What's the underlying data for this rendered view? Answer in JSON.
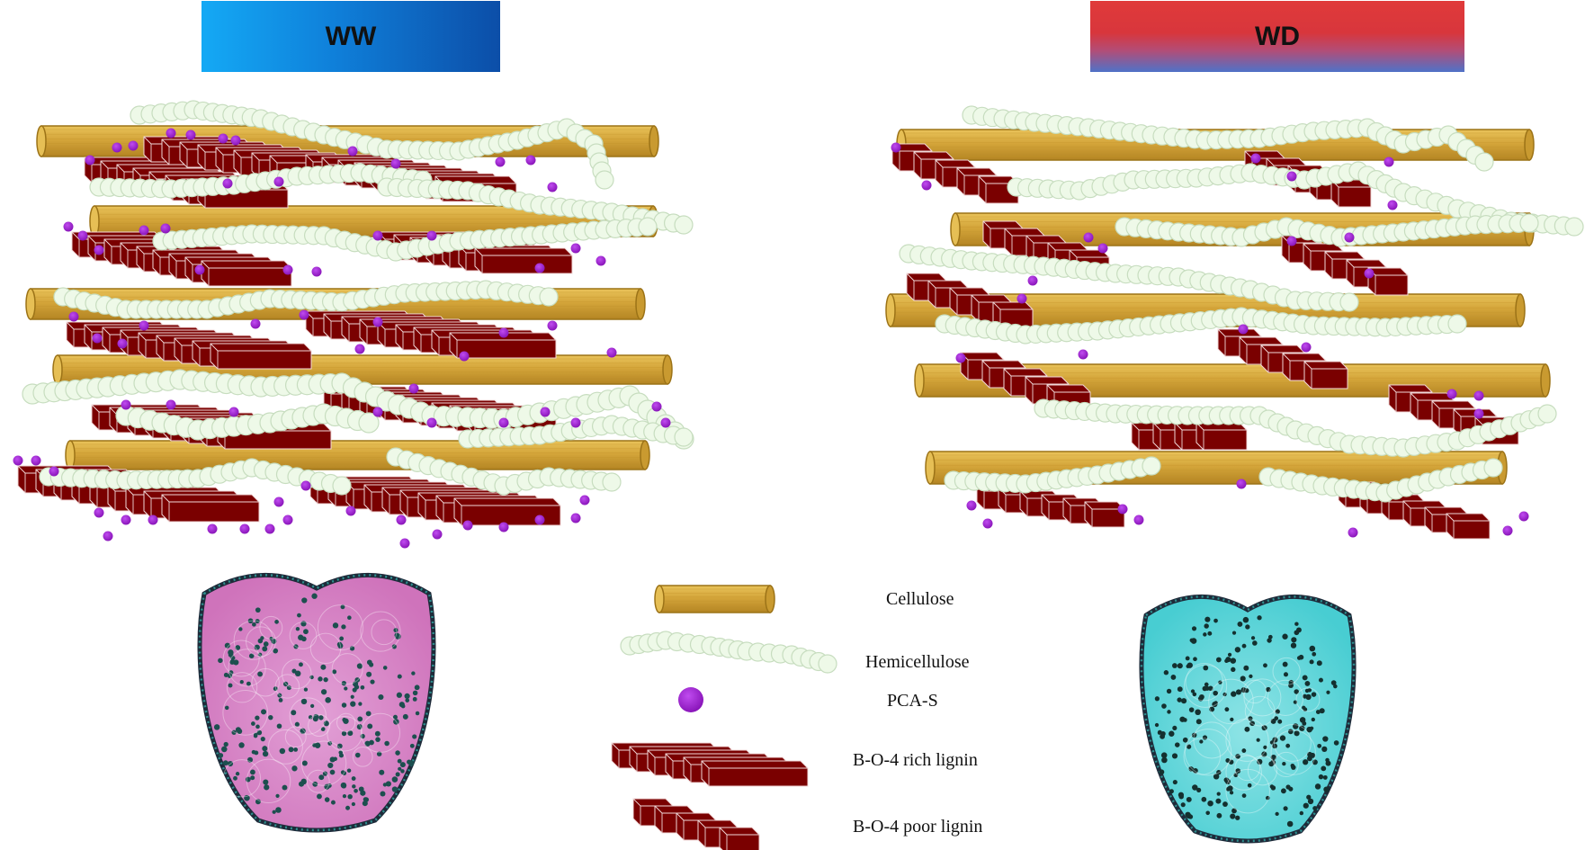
{
  "headers": {
    "left": "WW",
    "right": "WD"
  },
  "legend": {
    "cellulose": "Cellulose",
    "hemicellulose": "Hemicellulose",
    "pca": "PCA-S",
    "rich_lignin": "B-O-4 rich lignin",
    "poor_lignin": "B-O-4 poor lignin"
  },
  "colors": {
    "cellulose": "#d4a53a",
    "cellulose_dark": "#9c7317",
    "hemicellulose": "#eef9e8",
    "hemicellulose_stroke": "#c7ddbf",
    "pca": "#9a1fc9",
    "lignin": "#7a0000",
    "lignin_edge": "#f0d8d8",
    "ww_section": "#d77fc2",
    "wd_section": "#5fd6d9"
  }
}
